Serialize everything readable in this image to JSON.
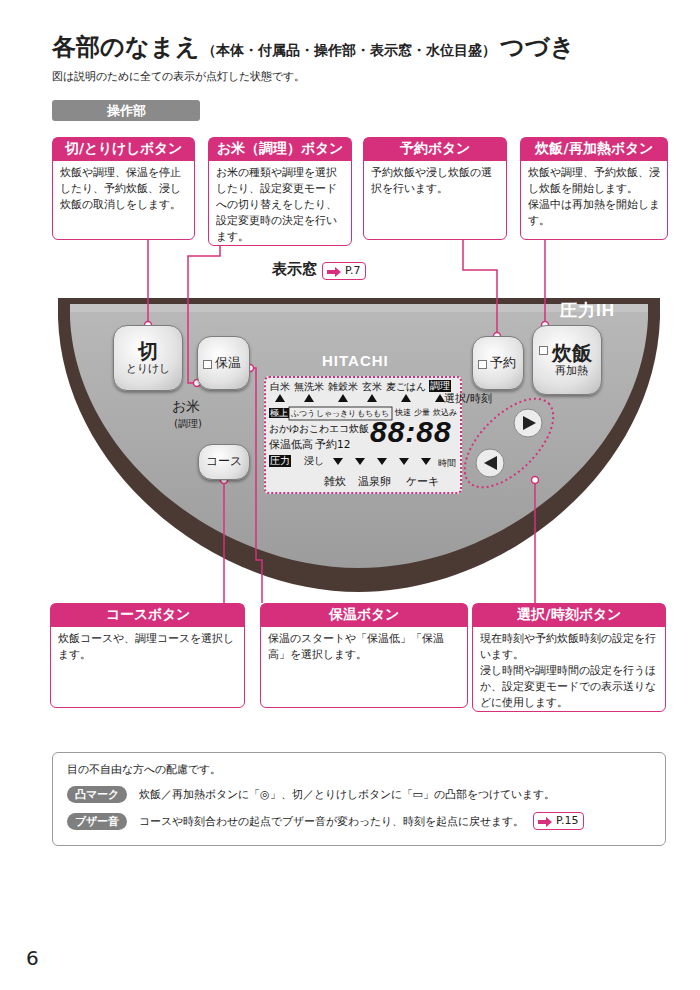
{
  "diagram": {
    "title": "各部のなまえ",
    "nodes": [
      {
        "text": [
          "操作部"
        ]
      },
      {
        "text": [
          "切/とりけしボタン",
          "炊飯や調理、保温を停止したり、予約炊飯、浸し炊飯の取消しをします。"
        ]
      },
      {
        "text": [
          "お米（調理）ボタン",
          "お米の種類や調理を選択したり、設定変更モードへの切り替えをしたり、設定変更時の決定を行います。"
        ]
      },
      {
        "text": [
          "予約ボタン",
          "予約炊飯や浸し炊飯の選択を行います。"
        ]
      },
      {
        "text": [
          "炊飯/再加熱ボタン",
          "炊飯や調理、予約炊飯、浸し炊飯を開始します。",
          "保温中は再加熱を開始します。"
        ]
      },
      {
        "text": [
          "P.7"
        ]
      },
      {
        "text": [
          "HITACHI",
          "圧力IH"
        ]
      },
      {
        "text": [
          "切",
          "とりけし"
        ],
        "in": 6
      },
      {
        "text": [
          "保温"
        ],
        "in": 6
      },
      {
        "text": [
          "コース"
        ],
        "in": 6
      },
      {
        "text": [
          "白米",
          "無洗米",
          "雑穀米",
          "玄米",
          "麦ごはん",
          "調理",
          "極上",
          "ふつう",
          "しゃっきり",
          "もちもち",
          "快速",
          "少量",
          "炊込み",
          "おかゆ",
          "おこわ",
          "エコ炊飯",
          "保温低高",
          "予約12",
          "圧力",
          "浸し",
          "88:88",
          "時間",
          "雑炊",
          "温泉卵",
          "ケーキ"
        ],
        "in": 6
      },
      {
        "text": [
          "予約"
        ],
        "in": 6
      },
      {
        "text": [
          "炊飯",
          "再加熱"
        ],
        "in": 6
      },
      {
        "text": [
          "選択/時刻"
        ],
        "in": 6
      },
      {
        "text": [
          "コースボタン",
          "炊飯コースや、調理コースを選択します。"
        ]
      },
      {
        "text": [
          "保温ボタン",
          "保温のスタートや「保温低」「保温高」を選択します。"
        ]
      },
      {
        "text": [
          "選択/時刻ボタン",
          "現在時刻や予約炊飯時刻の設定を行います。",
          "浸し時間や調理時間の設定を行うほか、設定変更モードでの表示送りなどに使用します。"
        ]
      },
      {
        "text": [
          "目の不自由な方への配慮です。",
          "炊飯／再加熱ボタンに「◎」、切／とりけしボタンに「▭」の凸部をつけています。",
          "コースや時刻合わせの起点でブザー音が変わったり、時刻を起点に戻せます。"
        ]
      },
      {
        "text": [
          "凸マーク"
        ],
        "in": 17
      },
      {
        "text": [
          "ブザー音"
        ],
        "in": 17
      },
      {
        "text": [
          "P.15"
        ],
        "in": 17
      }
    ],
    "edges": [
      {
        "from": 1,
        "to": 7,
        "arrow": "none"
      },
      {
        "from": 2,
        "to": 8,
        "arrow": "none"
      },
      {
        "from": 3,
        "to": 11,
        "arrow": "none"
      },
      {
        "from": 4,
        "to": 12,
        "arrow": "none"
      },
      {
        "from": 14,
        "to": 9,
        "arrow": "none"
      },
      {
        "from": 15,
        "to": 8,
        "arrow": "none"
      },
      {
        "from": 16,
        "to": 13,
        "arrow": "none"
      }
    ],
    "labels": [
      "（本体・付属品・操作部・表示窓・水位目盛）",
      "つづき",
      "図は説明のために全ての表示が点灯した状態です。",
      "表示窓",
      "お米",
      "(調理)",
      "6"
    ]
  }
}
